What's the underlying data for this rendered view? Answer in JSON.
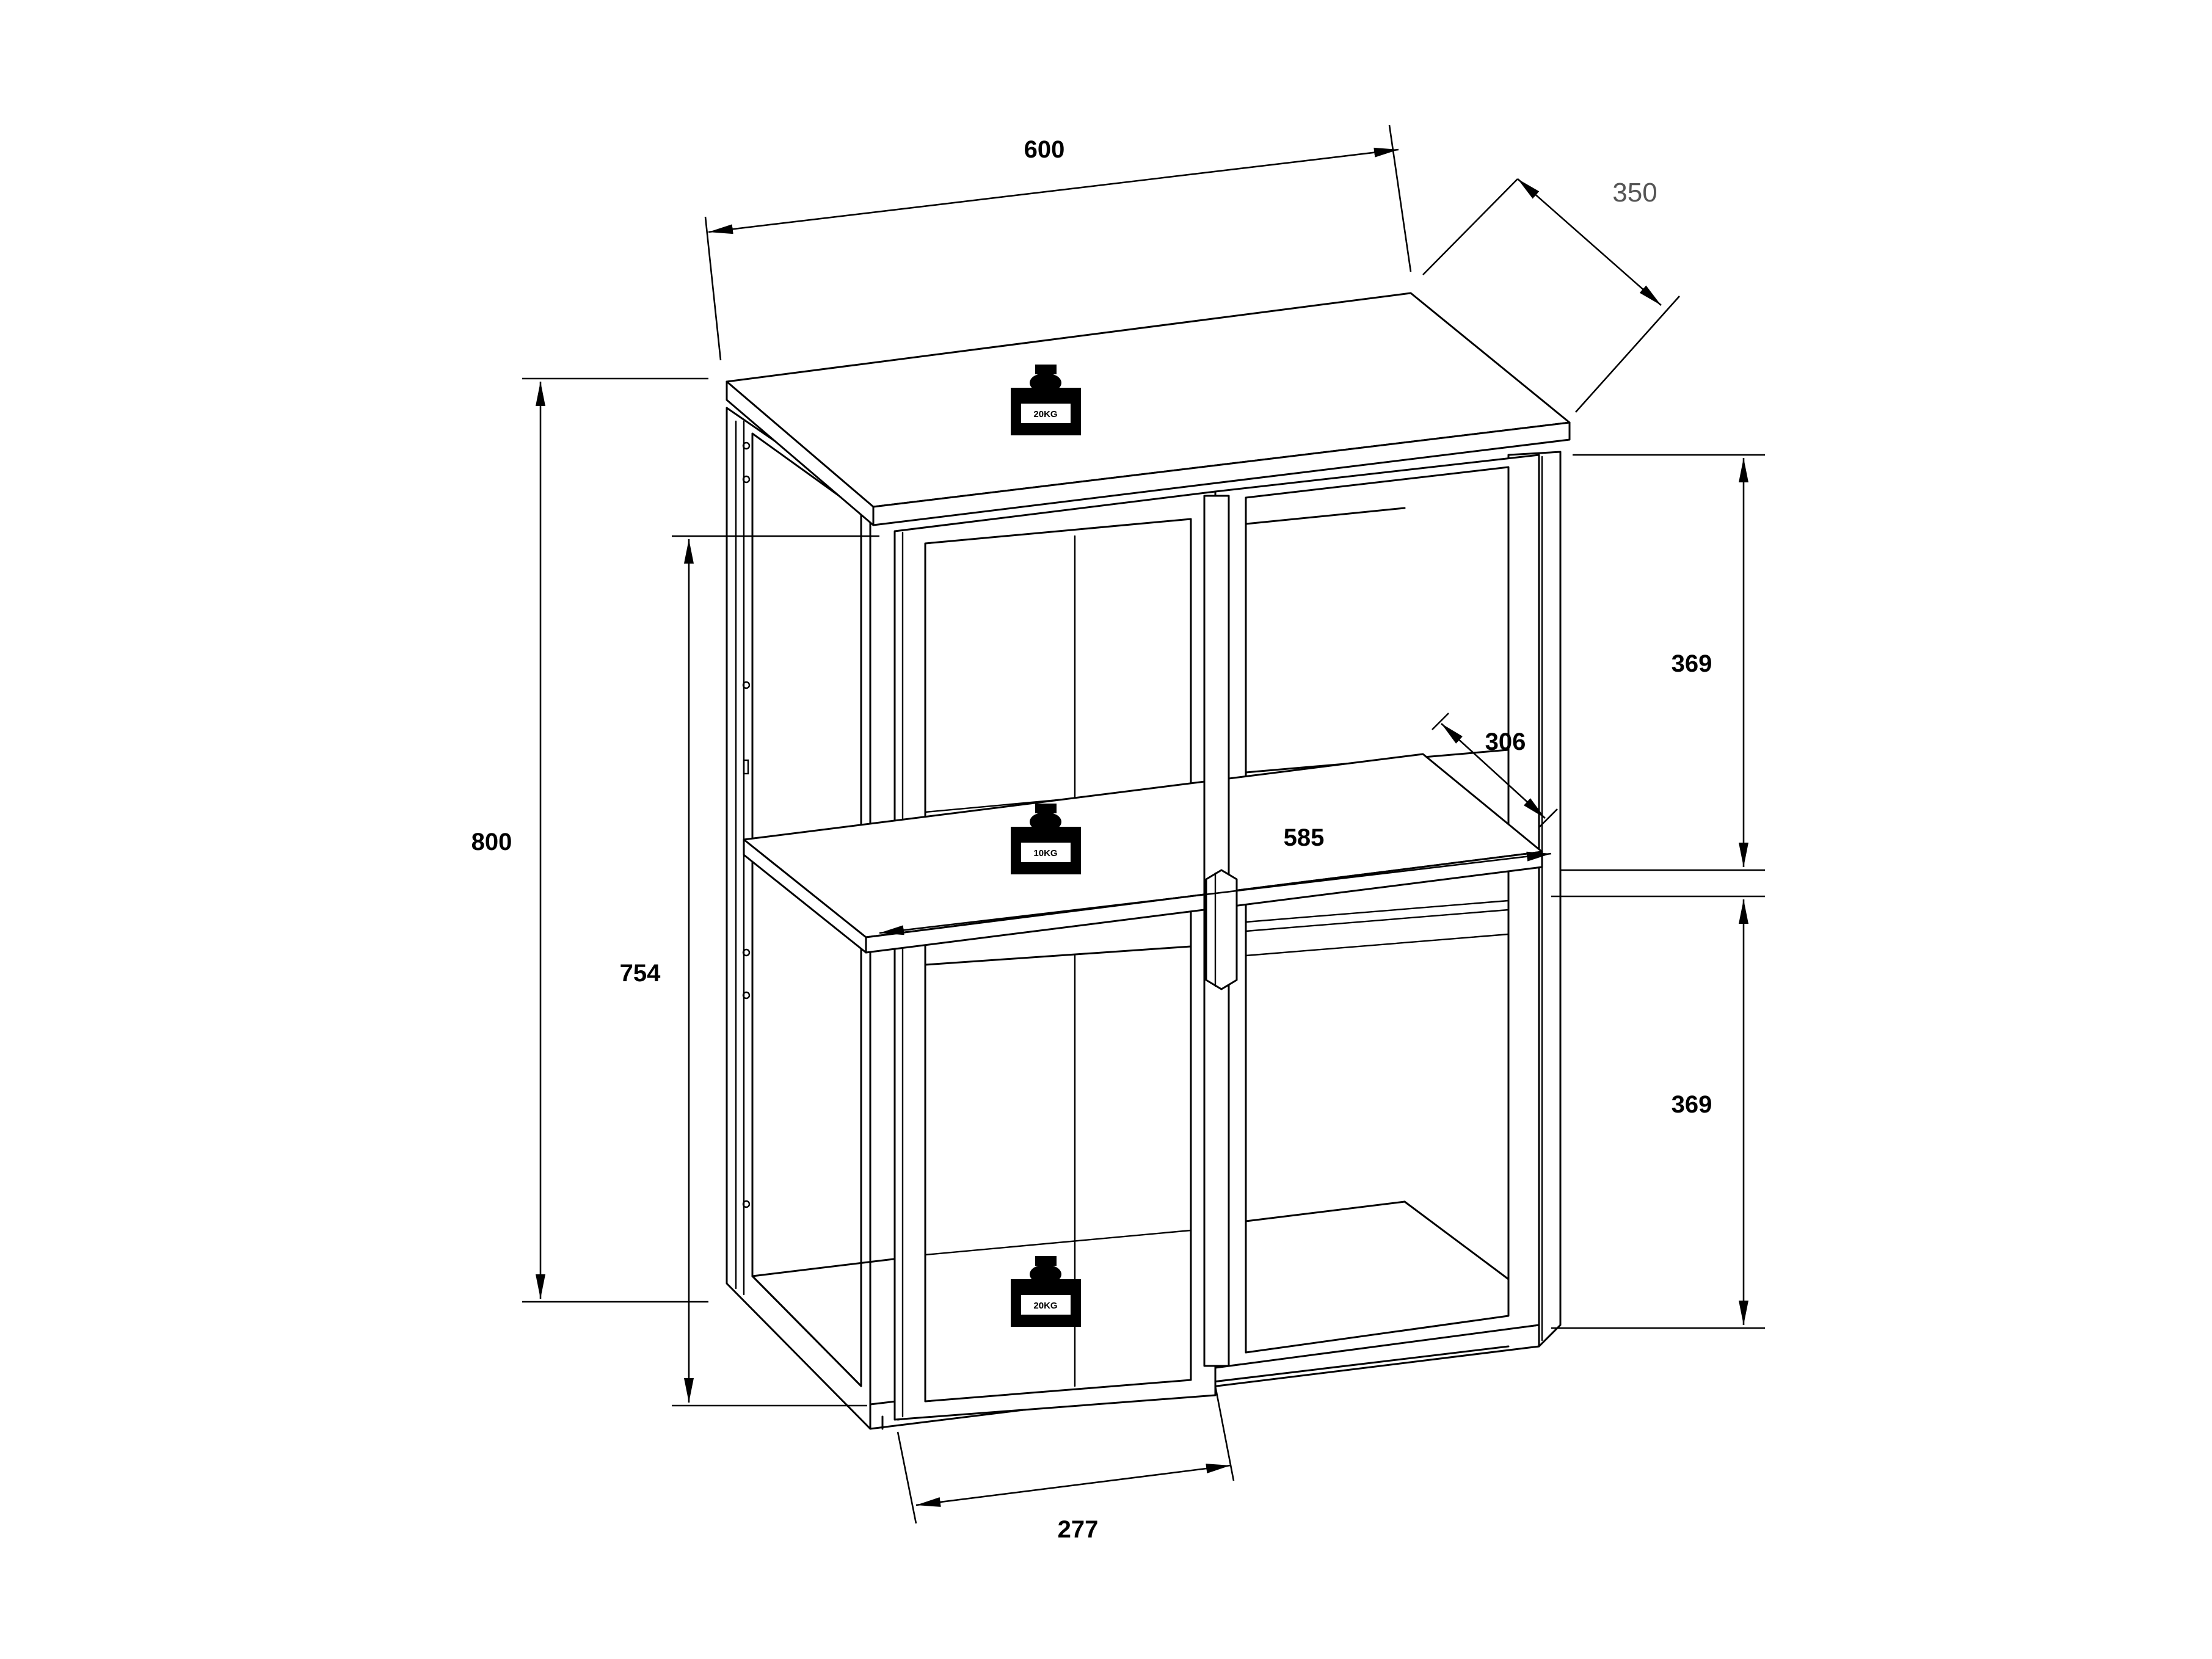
{
  "dimensions": {
    "width": "600",
    "depth": "350",
    "height_total": "800",
    "height_body": "754",
    "compartment_upper": "369",
    "compartment_lower": "369",
    "shelf_depth": "306",
    "shelf_width": "585",
    "door_width": "277"
  },
  "weights": {
    "top": "20KG",
    "shelf": "10KG",
    "bottom": "20KG"
  }
}
